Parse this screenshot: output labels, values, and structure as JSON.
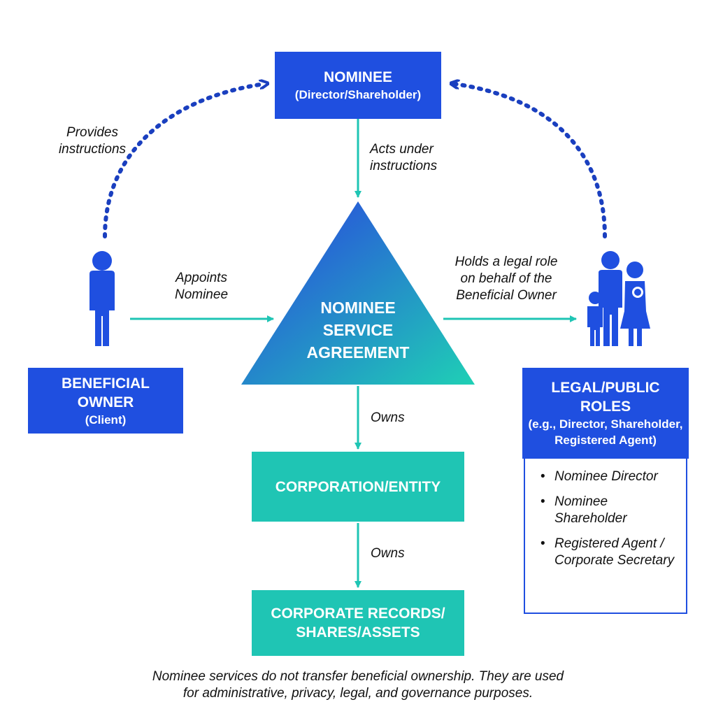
{
  "nominee": {
    "title": "NOMINEE",
    "subtitle": "(Director/Shareholder)"
  },
  "agreement": {
    "line1": "NOMINEE",
    "line2": "SERVICE",
    "line3": "AGREEMENT"
  },
  "beneficial_owner": {
    "line1": "BENEFICIAL",
    "line2": "OWNER",
    "line3": "(Client)"
  },
  "legal_roles": {
    "line1": "LEGAL/PUBLIC",
    "line2": "ROLES",
    "line3": "(e.g., Director, Shareholder,",
    "line4": "Registered Agent)",
    "items": [
      "Nominee Director",
      "Nominee Shareholder",
      "Registered Agent / Corporate Secretary"
    ]
  },
  "corporation": {
    "label": "CORPORATION/ENTITY"
  },
  "records": {
    "line1": "CORPORATE RECORDS/",
    "line2": "SHARES/ASSETS"
  },
  "edges": {
    "provides_1": "Provides",
    "provides_2": "instructions",
    "acts_1": "Acts under",
    "acts_2": "instructions",
    "appoints_1": "Appoints",
    "appoints_2": "Nominee",
    "holds_1": "Holds a legal role",
    "holds_2": "on behalf of the",
    "holds_3": "Beneficial Owner",
    "owns_1": "Owns",
    "owns_2": "Owns"
  },
  "footer": {
    "line1": "Nominee services do not transfer beneficial ownership. They are used",
    "line2": "for administrative, privacy, legal, and governance purposes."
  },
  "colors": {
    "blue": "#1f4fe0",
    "teal": "#1fc5b4",
    "dark_blue": "#1a3fbf"
  },
  "icons": [
    "person-icon",
    "family-icon"
  ]
}
